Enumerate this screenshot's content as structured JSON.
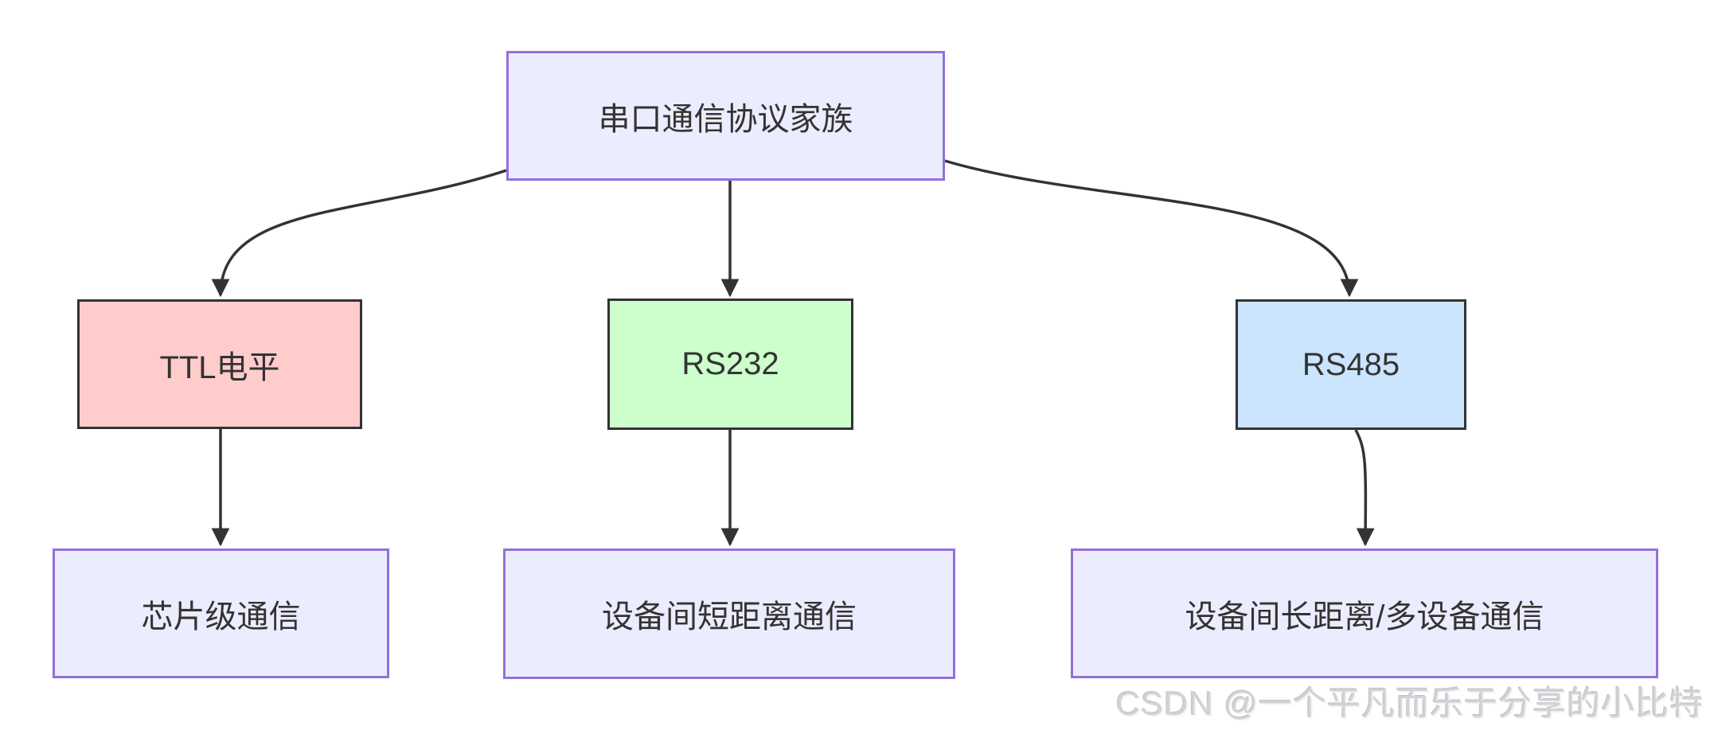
{
  "diagram": {
    "type": "flowchart",
    "direction": "top-down",
    "nodes": {
      "root": {
        "label": "串口通信协议家族",
        "fill": "#ECECFF",
        "border": "#9370DB"
      },
      "ttl": {
        "label": "TTL电平",
        "fill": "#FFCCCC",
        "border": "#333333"
      },
      "rs232": {
        "label": "RS232",
        "fill": "#CCFFCC",
        "border": "#333333"
      },
      "rs485": {
        "label": "RS485",
        "fill": "#CCE5FF",
        "border": "#333333"
      },
      "chip": {
        "label": "芯片级通信",
        "fill": "#ECECFF",
        "border": "#9370DB"
      },
      "short": {
        "label": "设备间短距离通信",
        "fill": "#ECECFF",
        "border": "#9370DB"
      },
      "long": {
        "label": "设备间长距离/多设备通信",
        "fill": "#ECECFF",
        "border": "#9370DB"
      }
    },
    "edges": [
      {
        "from": "串口通信协议家族",
        "to": "TTL电平"
      },
      {
        "from": "串口通信协议家族",
        "to": "RS232"
      },
      {
        "from": "串口通信协议家族",
        "to": "RS485"
      },
      {
        "from": "TTL电平",
        "to": "芯片级通信"
      },
      {
        "from": "RS232",
        "to": "设备间短距离通信"
      },
      {
        "from": "RS485",
        "to": "设备间长距离/多设备通信"
      }
    ],
    "edge_color": "#333333",
    "text_color": "#333333"
  },
  "watermark": {
    "text": "CSDN @一个平凡而乐于分享的小比特",
    "color": "#D2D2D6"
  }
}
